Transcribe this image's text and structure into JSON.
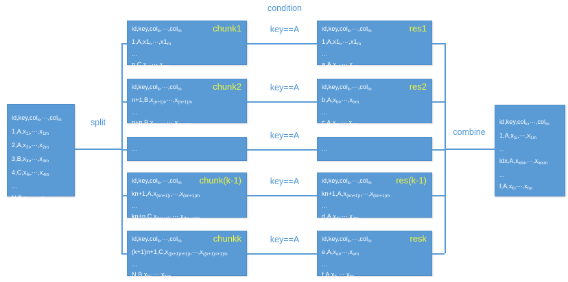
{
  "labels": {
    "condition": "condition",
    "split": "split",
    "combine": "combine"
  },
  "colors": {
    "box_fill": "#5b9bd5",
    "box_border": "#4d8ccb",
    "line_color": "#5b9bd5",
    "label_text": "#4f97d6",
    "tag_text": "#eef53d",
    "box_text": "#ffffff"
  },
  "input_table": {
    "lines": [
      "id,key,col_{k},⋯,col_{m}",
      "1,A,x_{1i},⋯,x_{1m}",
      "2,A,x_{2i},⋯,x_{2m}",
      "3,B,x_{3i},⋯,x_{3m}",
      "4,C,x_{4i},⋯,x_{4m}",
      "...",
      "N,B,x_{Ni},⋯,x_{Nm}"
    ]
  },
  "output_table": {
    "lines": [
      "id,key,col_{k},⋯,col_{m}",
      "1,A,x_{1i},⋯,x_{1m}",
      "...",
      "idx,A,x_{idxi},⋯,x_{idxm}",
      "...",
      "f,A,x_{fi},⋯,x_{fm}"
    ]
  },
  "rows": [
    {
      "chunk_tag": "chunk1",
      "chunk_lines": [
        "id,key,col_{k},⋯,col_{m}",
        "1,A,x1_{i},⋯,x1_{m}",
        "...",
        "n,C,x_{ni},⋯,x_{nm}"
      ],
      "condition": "key==A",
      "res_tag": "res1",
      "res_lines": [
        "id,key,col_{k},⋯,col_{m}",
        "1,A,x1_{i},⋯,x1_{m}",
        "...",
        "a,A,x_{ai},⋯,x_{am}"
      ]
    },
    {
      "chunk_tag": "chunk2",
      "chunk_lines": [
        "id,key,col_{k},⋯,col_{m}",
        "n+1,B,x_{(n+1)i},⋯,x_{(n+1)m}",
        "...",
        "n+n,B,x_{(n+n)i},⋯,x_{(n+n)m}"
      ],
      "condition": "key==A",
      "res_tag": "res2",
      "res_lines": [
        "id,key,col_{k},⋯,col_{m}",
        "b,A,x_{bi},⋯,x_{bm}",
        "...",
        "c,A,x_{ci},⋯,x_{cm}"
      ]
    },
    {
      "chunk_tag": "",
      "chunk_lines": [
        "..."
      ],
      "condition": "key==A",
      "res_tag": "",
      "res_lines": [
        "..."
      ]
    },
    {
      "chunk_tag": "chunk(k-1)",
      "chunk_lines": [
        "id,key,col_{k},⋯,col_{m}",
        "kn+1,A,x_{(kn+1)i},⋯,x_{(kn+1)m}",
        "...",
        "kn+n,C,x_{(kn+n)i},⋯,x_{(kn+n)m}"
      ],
      "condition": "key==A",
      "res_tag": "res(k-1)",
      "res_lines": [
        "id,key,col_{k},⋯,col_{m}",
        "kn+1,A,x_{(kn+1)i},⋯,x_{(kn+1)m}",
        "...",
        "d,A,x_{di},⋯,x_{dm}"
      ]
    },
    {
      "chunk_tag": "chunkk",
      "chunk_lines": [
        "id,key.col_{k},⋯,col_{m}",
        "(k+1)n+1,C,x_{((k+1)n+1)i},⋯,x_{((k+1)n+1)m}",
        "...",
        "N,B,x_{Ni},⋯,x_{Nm}"
      ],
      "condition": "key==A",
      "res_tag": "resk",
      "res_lines": [
        "id,key.col_{k},⋯,col_{m}",
        "e,A,x_{ei},⋯,x_{em}",
        "...",
        "f,A,x_{fi},⋯,x_{fm}"
      ]
    }
  ]
}
